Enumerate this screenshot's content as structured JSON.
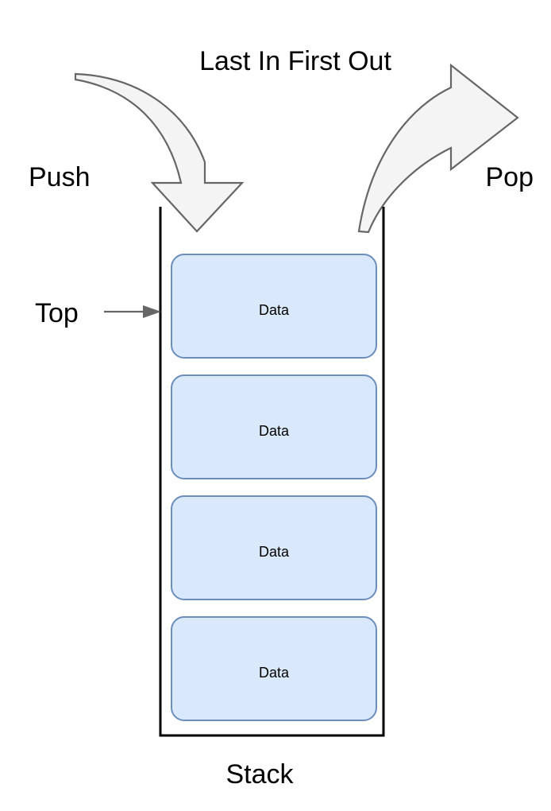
{
  "diagram": {
    "title": "Last In First Out",
    "caption": "Stack",
    "labels": {
      "push": "Push",
      "pop": "Pop",
      "top": "Top"
    },
    "colors": {
      "cell_fill": "#dae8fc",
      "cell_stroke": "#6c8ebf",
      "arrow_fill": "#f4f4f4",
      "arrow_stroke": "#666666",
      "frame_stroke": "#000000",
      "text": "#000000",
      "background": "#ffffff"
    },
    "stack": {
      "cells": [
        {
          "label": "Data"
        },
        {
          "label": "Data"
        },
        {
          "label": "Data"
        },
        {
          "label": "Data"
        }
      ]
    }
  }
}
